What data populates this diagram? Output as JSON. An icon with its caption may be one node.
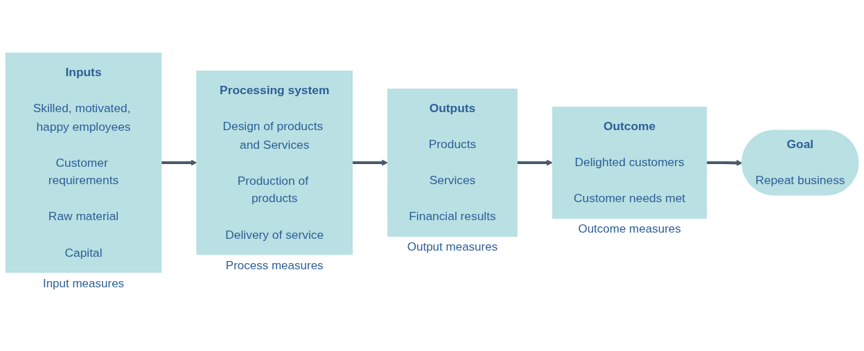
{
  "diagram": {
    "nodes": [
      {
        "text": [
          "Inputs",
          "Skilled, motivated, happy employees",
          "Customer requirements",
          "Raw material",
          "Capital"
        ],
        "beside": [
          "Input measures"
        ]
      },
      {
        "text": [
          "Processing system",
          "Design of products and Services",
          "Production of products",
          "Delivery of service"
        ],
        "beside": [
          "Process measures"
        ]
      },
      {
        "text": [
          "Outputs",
          "Products",
          "Services",
          "Financial results"
        ],
        "beside": [
          "Output measures"
        ]
      },
      {
        "text": [
          "Outcome",
          "Delighted customers",
          "Customer needs met"
        ],
        "beside": [
          "Outcome measures"
        ]
      },
      {
        "text": [
          "Goal",
          "Repeat business"
        ]
      }
    ],
    "edges": [
      {
        "from": 0,
        "to": 1,
        "arrow": "to"
      },
      {
        "from": 1,
        "to": 2,
        "arrow": "to"
      },
      {
        "from": 2,
        "to": 3,
        "arrow": "to"
      },
      {
        "from": 3,
        "to": 4,
        "arrow": "to"
      }
    ]
  }
}
